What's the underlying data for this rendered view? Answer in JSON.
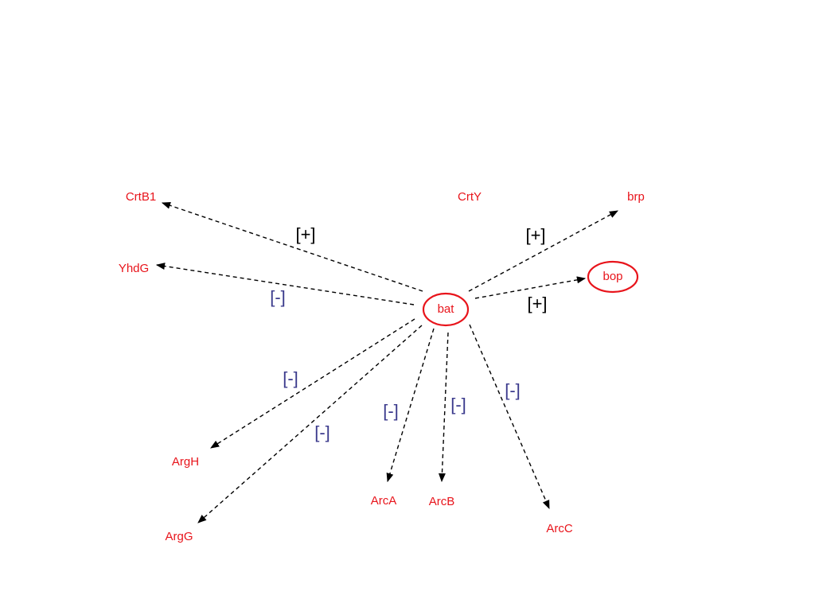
{
  "diagram": {
    "hub": {
      "id": "bat",
      "label": "bat"
    },
    "nodes": [
      {
        "id": "CrtB1",
        "label": "CrtB1"
      },
      {
        "id": "CrtY",
        "label": "CrtY"
      },
      {
        "id": "brp",
        "label": "brp"
      },
      {
        "id": "YhdG",
        "label": "YhdG"
      },
      {
        "id": "bop",
        "label": "bop"
      },
      {
        "id": "ArgH",
        "label": "ArgH"
      },
      {
        "id": "ArgG",
        "label": "ArgG"
      },
      {
        "id": "ArcA",
        "label": "ArcA"
      },
      {
        "id": "ArcB",
        "label": "ArcB"
      },
      {
        "id": "ArcC",
        "label": "ArcC"
      }
    ],
    "edges": [
      {
        "from": "bat",
        "to": "CrtB1",
        "sign": "[+]"
      },
      {
        "from": "bat",
        "to": "YhdG",
        "sign": "[-]"
      },
      {
        "from": "bat",
        "to": "brp",
        "sign": "[+]"
      },
      {
        "from": "bat",
        "to": "bop",
        "sign": "[+]"
      },
      {
        "from": "bat",
        "to": "ArgH",
        "sign": "[-]"
      },
      {
        "from": "bat",
        "to": "ArgG",
        "sign": "[-]"
      },
      {
        "from": "bat",
        "to": "ArcA",
        "sign": "[-]"
      },
      {
        "from": "bat",
        "to": "ArcB",
        "sign": "[-]"
      },
      {
        "from": "bat",
        "to": "ArcC",
        "sign": "[-]"
      }
    ],
    "colors": {
      "node_text": "#e8141b",
      "node_circle": "#e8141b",
      "positive_sign": "#000000",
      "negative_sign": "#3b3a8c",
      "edge": "#000000"
    }
  }
}
